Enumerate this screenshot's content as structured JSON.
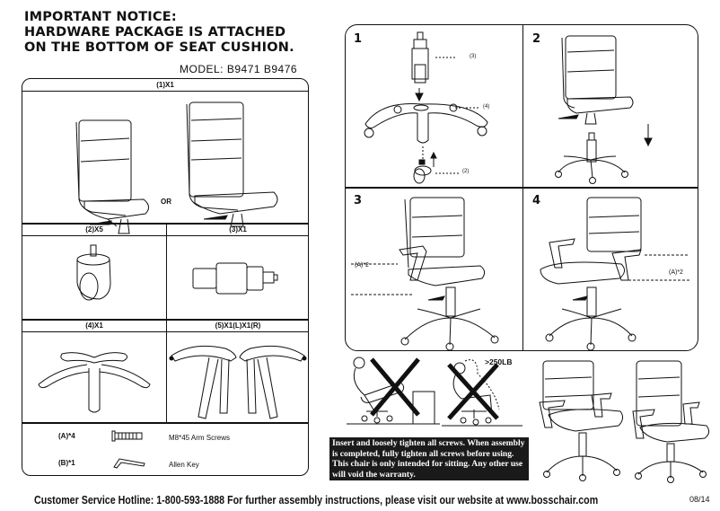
{
  "notice": {
    "line1": "IMPORTANT NOTICE:",
    "line2": "HARDWARE PACKAGE IS ATTACHED",
    "line3": "ON THE BOTTOM OF SEAT CUSHION."
  },
  "model": "MODEL:  B9471  B9476",
  "parts": {
    "items": [
      {
        "id": "1",
        "label": "(1)X1",
        "icon": "chair-seat-back-icon",
        "or_label": "OR"
      },
      {
        "id": "2",
        "label": "(2)X5",
        "icon": "caster-wheel-icon"
      },
      {
        "id": "3",
        "label": "(3)X1",
        "icon": "gas-cylinder-icon"
      },
      {
        "id": "4",
        "label": "(4)X1",
        "icon": "five-star-base-icon"
      },
      {
        "id": "5",
        "label": "(5)X1(L)X1(R)",
        "icon": "armrests-icon"
      }
    ],
    "hardware": [
      {
        "code": "(A)*4",
        "icon": "arm-screw-icon",
        "desc": "M8*45  Arm Screws"
      },
      {
        "code": "(B)*1",
        "icon": "allen-key-icon",
        "desc": "Allen Key"
      }
    ]
  },
  "steps": [
    {
      "number": "1",
      "callouts": [
        "(3)",
        "(4)",
        "(2)"
      ]
    },
    {
      "number": "2"
    },
    {
      "number": "3",
      "callouts": [
        "(A)*2"
      ]
    },
    {
      "number": "4",
      "callouts": [
        "(A)*2"
      ]
    }
  ],
  "warnings": {
    "weight_limit": ">250LB",
    "text": "Insert and loosely tighten all screws. When assembly is completed, fully tighten all screws before using. This chair is only intended for sitting. Any other use will void the warranty."
  },
  "footer": {
    "text": "Customer Service Hotline: 1-800-593-1888   For further assembly instructions,   please visit our website at   www.bosschair.com",
    "date": "08/14"
  }
}
